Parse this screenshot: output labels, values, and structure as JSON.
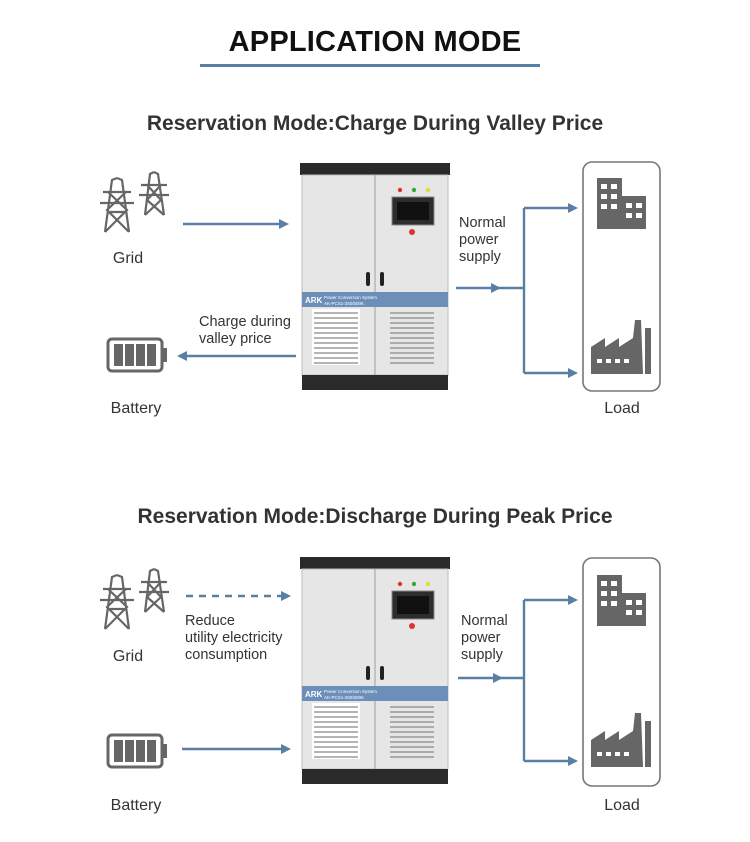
{
  "header": {
    "title": "APPLICATION MODE"
  },
  "sections": [
    {
      "heading": "Reservation Mode:Charge During Valley Price",
      "grid_label": "Grid",
      "battery_label": "Battery",
      "load_label": "Load",
      "normal_supply": [
        "Normal",
        "power",
        "supply"
      ],
      "battery_note": [
        "Charge during",
        "valley price"
      ],
      "grid_note": []
    },
    {
      "heading": "Reservation Mode:Discharge During Peak Price",
      "grid_label": "Grid",
      "battery_label": "Battery",
      "load_label": "Load",
      "normal_supply": [
        "Normal",
        "power",
        "supply"
      ],
      "battery_note": [],
      "grid_note": [
        "Reduce",
        "utility electricity",
        "consumption"
      ]
    }
  ],
  "cabinet": {
    "brand": "ARK",
    "line1": "Power Conversion System",
    "line2": "AK-PCS1-250/500K"
  },
  "colors": {
    "arrow": "#5a7fa5",
    "band": "#6b8fb8",
    "icon": "#666666",
    "cabinet_body": "#e4e4e4",
    "cabinet_dark": "#2a2a2a"
  },
  "icons": [
    "transmission-tower-icon",
    "battery-icon",
    "office-building-icon",
    "factory-icon"
  ]
}
